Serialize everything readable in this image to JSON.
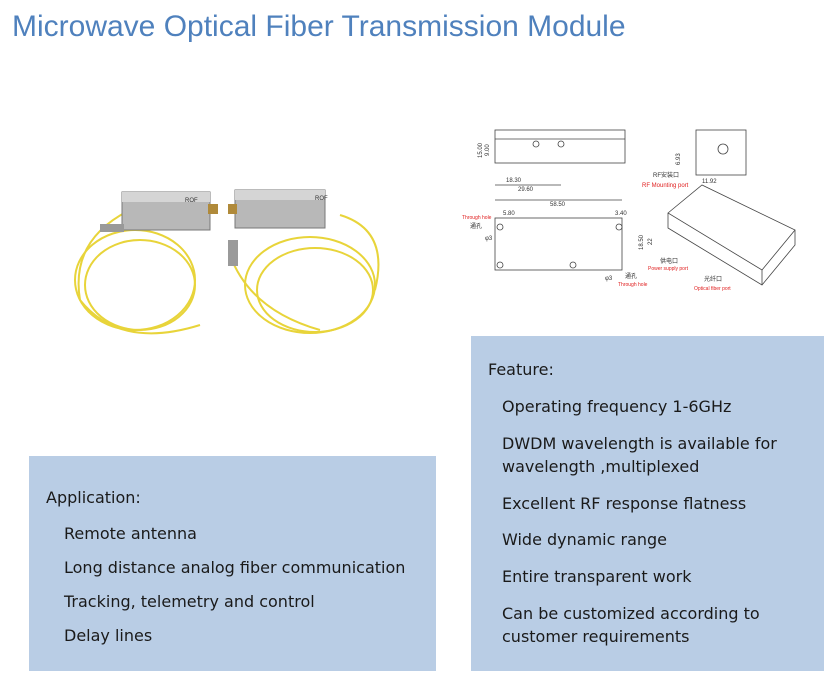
{
  "title": "Microwave Optical Fiber Transmission Module",
  "photo": {
    "label_left": "ROF",
    "label_right": "ROF"
  },
  "drawing": {
    "dims": [
      "15.00",
      "9.00",
      "18.30",
      "29.60",
      "6.93",
      "11.92",
      "58.50",
      "5.80",
      "3.40",
      "18.50",
      "22",
      "φ3",
      "φ3"
    ],
    "labels": {
      "rf_port_cn": "RF安装口",
      "rf_port": "RF Mounting port",
      "through_hole_cn": "通孔",
      "through_hole": "Through hole",
      "power_cn": "供电口",
      "power": "Power supply port",
      "optical_cn": "光纤口",
      "optical": "Optical fiber port"
    }
  },
  "application": {
    "heading": "Application:",
    "items": [
      "Remote antenna",
      "Long distance analog fiber communication",
      "Tracking, telemetry and control",
      "Delay lines"
    ]
  },
  "feature": {
    "heading": "Feature:",
    "items": [
      "Operating frequency 1-6GHz",
      "DWDM wavelength is available for wavelength ,multiplexed",
      "Excellent RF response flatness",
      "Wide dynamic range",
      "Entire transparent work",
      "Can be customized according to customer requirements"
    ]
  },
  "colors": {
    "title": "#4F81BD",
    "panel": "#B9CDE5",
    "fiber": "#E8D43A"
  }
}
